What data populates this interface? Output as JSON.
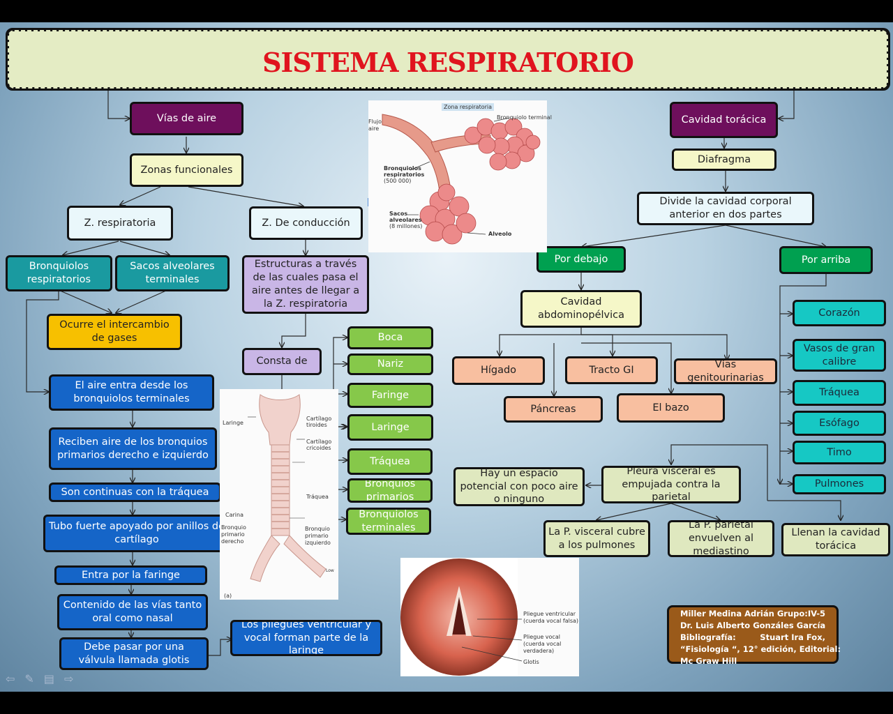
{
  "title": "SISTEMA RESPIRATORIO",
  "nodes": {
    "vias_aire": "Vías de aire",
    "zonas_funcionales": "Zonas funcionales",
    "z_respiratoria": "Z. respiratoria",
    "z_conduccion": "Z. De conducción",
    "bronquiolos_resp": "Bronquiolos respiratorios",
    "sacos_alveolares": "Sacos alveolares terminales",
    "intercambio": "Ocurre el intercambio de gases",
    "estructuras": "Estructuras a través de las cuales pasa el aire antes de llegar a la Z. respiratoria",
    "consta_de": "Consta de",
    "aire_entra": "El aire entra desde los bronquiolos terminales",
    "reciben_aire": "Reciben aire de los bronquios primarios derecho e izquierdo",
    "continuas": "Son continuas con la tráquea",
    "tubo_fuerte": "Tubo fuerte apoyado por anillos de cartílago",
    "entra_faringe": "Entra por la faringe",
    "contenido": "Contenido de las vías tanto oral como nasal",
    "glotis": "Debe pasar por una válvula llamada glotis",
    "pliegues": "Los pliegues ventricular y vocal forman parte de la laringe",
    "boca": "Boca",
    "nariz": "Nariz",
    "faringe": "Faringe",
    "laringe": "Laringe",
    "traquea": "Tráquea",
    "bronquios_primarios": "Bronquios primarios",
    "bronquiolos_terminales": "Bronquiolos terminales",
    "cavidad_toracica": "Cavidad torácica",
    "diafragma": "Diafragma",
    "divide": "Divide la cavidad corporal anterior en dos partes",
    "por_debajo": "Por debajo",
    "por_arriba": "Por arriba",
    "abdominopelvica": "Cavidad abdominopélvica",
    "higado": "Hígado",
    "tracto_gi": "Tracto GI",
    "vias_genito": "Vías genitourinarias",
    "pancreas": "Páncreas",
    "bazo": "El bazo",
    "corazon": "Corazón",
    "vasos": "Vasos de gran calibre",
    "traquea_r": "Tráquea",
    "esofago": "Esófago",
    "timo": "Timo",
    "pulmones": "Pulmones",
    "pleura": "Pleura visceral es empujada contra la parietal",
    "espacio": "Hay un espacio potencial con poco aire o ninguno",
    "p_visceral": "La P. visceral cubre a los pulmones",
    "p_parietal": "La P. parietal envuelven al mediastino",
    "llenan": "Llenan la cavidad torácica"
  },
  "credits": {
    "author": "Miller Medina Adrián",
    "group": "Grupo:IV-5",
    "teacher": "Dr. Luis Alberto Gonzáles García",
    "bib_label": "Bibliografía:",
    "bib_author": "Stuart Ira Fox,",
    "bib_title": "“Fisiología “, 12° edición, Editorial:",
    "bib_publisher": "Mc Graw Hill"
  },
  "figure_alveoli": {
    "header": "Zona respiratoria",
    "flujo": "Flujo",
    "aire": "aire",
    "bronquiolo_terminal": "Bronquiolo terminal",
    "bronquiolos_resp_1": "Bronquiolos",
    "bronquiolos_resp_2": "respiratorios",
    "bronquiolos_resp_3": "(500 000)",
    "sacos_1": "Sacos",
    "sacos_2": "alveolares",
    "sacos_3": "(8 millones)",
    "alveolo": "Alveolo"
  },
  "figure_trachea": {
    "laringe": "Laringe",
    "cart_tiroides_1": "Cartílago",
    "cart_tiroides_2": "tiroides",
    "cart_cricoides_1": "Cartílago",
    "cart_cricoides_2": "cricoides",
    "traquea": "Tráquea",
    "carina": "Carina",
    "bronquio_der_1": "Bronquio",
    "bronquio_der_2": "primario",
    "bronquio_der_3": "derecho",
    "bronquio_izq_1": "Bronquio",
    "bronquio_izq_2": "primario",
    "bronquio_izq_3": "izquierdo",
    "panel": "(a)",
    "signature": "Low"
  },
  "figure_larynx": {
    "pliegue_ventricular_1": "Pliegue ventricular",
    "pliegue_ventricular_2": "(cuerda vocal falsa)",
    "pliegue_vocal_1": "Pliegue vocal",
    "pliegue_vocal_2": "(cuerda vocal",
    "pliegue_vocal_3": "verdadera)",
    "glotis": "Glotis"
  },
  "colors": {
    "title": "#e0141e",
    "purple": "#6e0f5c",
    "teal": "#1a9aa0",
    "blue": "#1565c8",
    "lime": "#86c84a",
    "green": "#00a050",
    "salmon": "#f8bfa0",
    "cyan": "#16c8c4",
    "gold": "#f7c000"
  }
}
